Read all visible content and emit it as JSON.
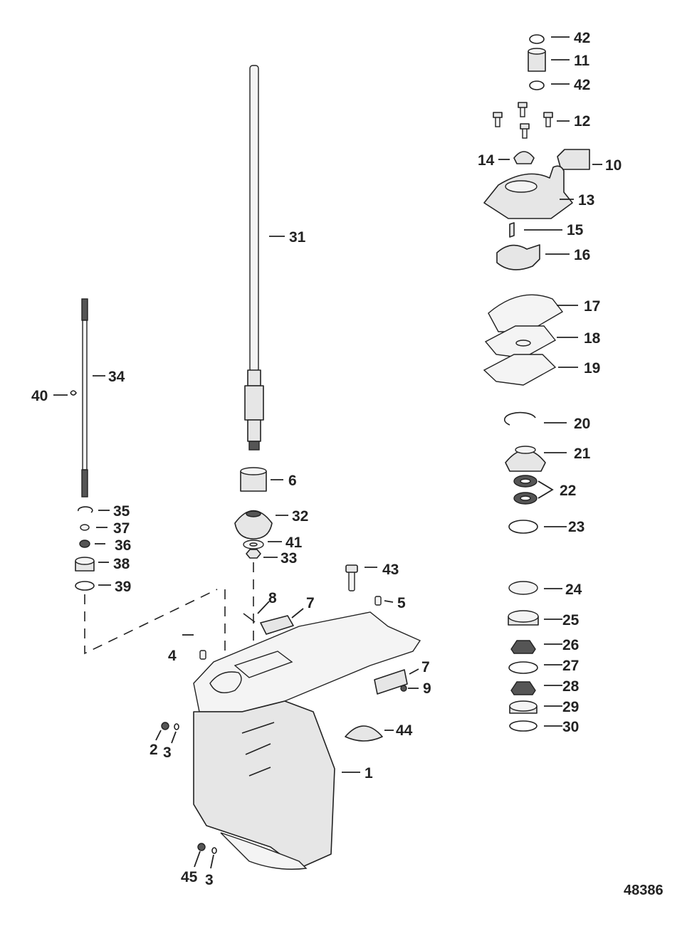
{
  "document_number": "48386",
  "callouts": {
    "c1": "1",
    "c2": "2",
    "c3a": "3",
    "c3b": "3",
    "c4": "4",
    "c5": "5",
    "c6": "6",
    "c7a": "7",
    "c7b": "7",
    "c8": "8",
    "c9": "9",
    "c10": "10",
    "c11": "11",
    "c12": "12",
    "c13": "13",
    "c14": "14",
    "c15": "15",
    "c16": "16",
    "c17": "17",
    "c18": "18",
    "c19": "19",
    "c20": "20",
    "c21": "21",
    "c22": "22",
    "c23": "23",
    "c24": "24",
    "c25": "25",
    "c26": "26",
    "c27": "27",
    "c28": "28",
    "c29": "29",
    "c30": "30",
    "c31": "31",
    "c32": "32",
    "c33": "33",
    "c34": "34",
    "c35": "35",
    "c36": "36",
    "c37": "37",
    "c38": "38",
    "c39": "39",
    "c40": "40",
    "c41": "41",
    "c42a": "42",
    "c42b": "42",
    "c43": "43",
    "c44": "44",
    "c45": "45"
  }
}
